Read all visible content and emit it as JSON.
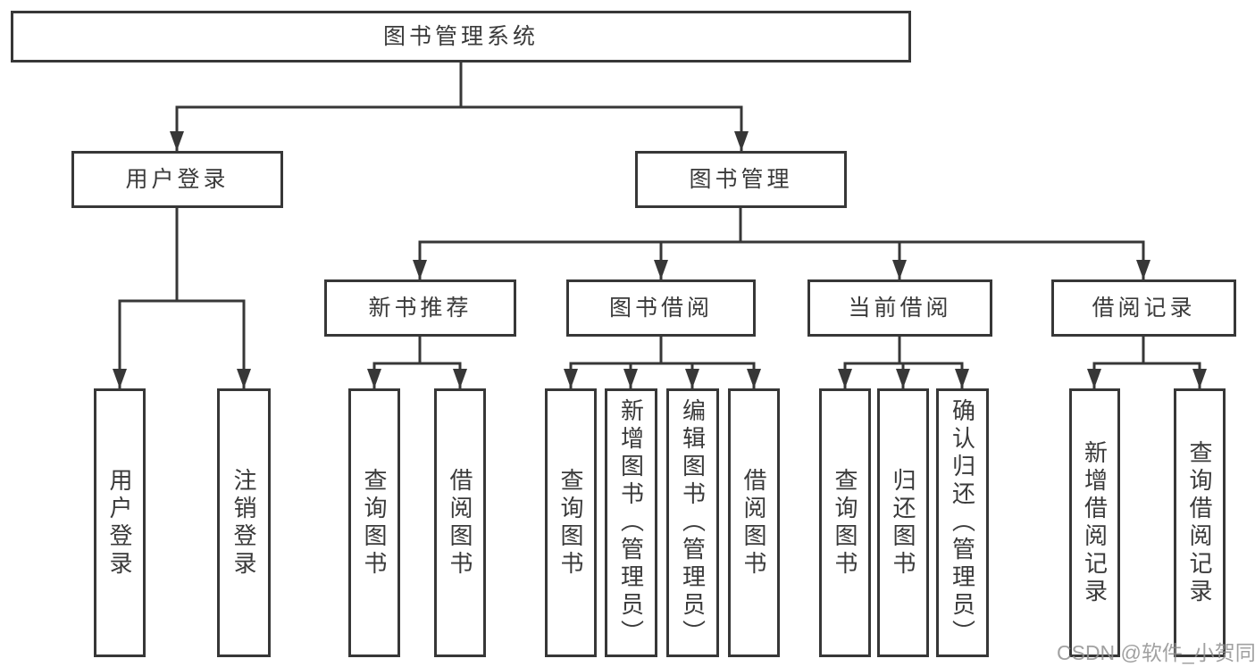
{
  "diagram": {
    "root": "图书管理系统",
    "branches": [
      {
        "label": "用户登录",
        "leaves": [
          "用户登录",
          "注销登录"
        ]
      },
      {
        "label": "图书管理",
        "groups": [
          {
            "label": "新书推荐",
            "leaves": [
              "查询图书",
              "借阅图书"
            ]
          },
          {
            "label": "图书借阅",
            "leaves": [
              "查询图书",
              "新增图书（管理员）",
              "编辑图书（管理员）",
              "借阅图书"
            ]
          },
          {
            "label": "当前借阅",
            "leaves": [
              "查询图书",
              "归还图书",
              "确认归还（管理员）"
            ]
          },
          {
            "label": "借阅记录",
            "leaves": [
              "新增借阅记录",
              "查询借阅记录"
            ]
          }
        ]
      }
    ]
  },
  "watermark": "CSDN @软件_小贺同学",
  "colors": {
    "line": "#373737",
    "text": "#3a3a3a",
    "watermark": "#919191",
    "background": "#ffffff"
  }
}
